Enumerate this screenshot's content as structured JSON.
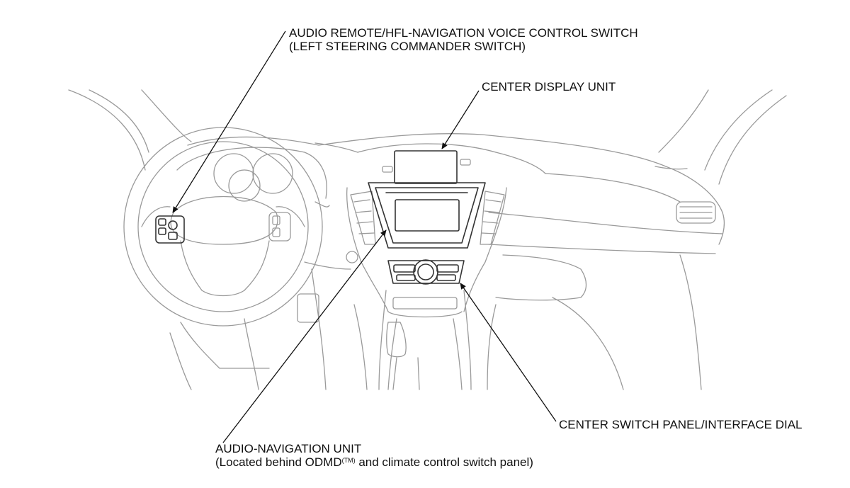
{
  "callouts": {
    "audio_remote": {
      "line1": "AUDIO REMOTE/HFL-NAVIGATION VOICE CONTROL SWITCH",
      "line2": "(LEFT STEERING COMMANDER SWITCH)"
    },
    "center_display": {
      "line1": "CENTER DISPLAY UNIT"
    },
    "center_switch_panel": {
      "line1": "CENTER SWITCH PANEL/INTERFACE DIAL"
    },
    "audio_nav_unit": {
      "line1": "AUDIO-NAVIGATION UNIT",
      "line2_before": "(Located behind ODMD",
      "line2_sup": "(TM)",
      "line2_after": " and climate control switch panel)"
    }
  },
  "colors": {
    "outline": "#9a9a9a",
    "highlight": "#333333",
    "text": "#111111"
  }
}
